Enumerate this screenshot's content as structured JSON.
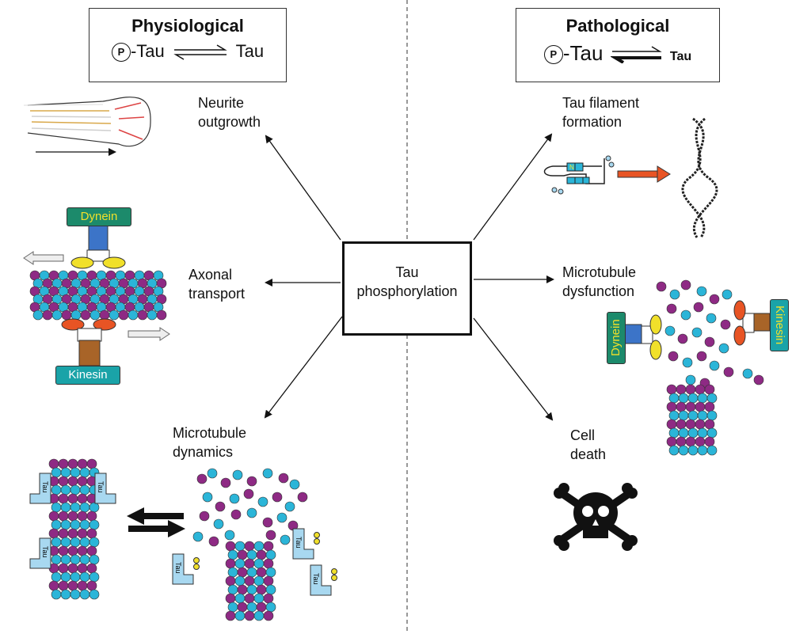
{
  "headers": {
    "physiological": {
      "title": "Physiological",
      "p_symbol": "P",
      "left": "-Tau",
      "right": "Tau"
    },
    "pathological": {
      "title": "Pathological",
      "p_symbol": "P",
      "left": "-Tau",
      "right": "Tau"
    }
  },
  "center_label_line1": "Tau",
  "center_label_line2": "phosphorylation",
  "physiological_effects": {
    "neurite": [
      "Neurite",
      "outgrowth"
    ],
    "axonal": [
      "Axonal",
      "transport"
    ],
    "dynamics": [
      "Microtubule",
      "dynamics"
    ]
  },
  "pathological_effects": {
    "filament": [
      "Tau filament",
      "formation"
    ],
    "dysfunction": [
      "Microtubule",
      "dysfunction"
    ],
    "death": [
      "Cell",
      "death"
    ]
  },
  "motors": {
    "dynein": "Dynein",
    "kinesin": "Kinesin"
  },
  "tau_tag": "Tau",
  "n_tag": "N",
  "colors": {
    "tubulin_blue": "#2bb5d8",
    "tubulin_purple": "#8e2a84",
    "dynein_box": "#1c8a6b",
    "kinesin_box": "#1aa3a8",
    "tau_light": "#a8d8f0"
  }
}
